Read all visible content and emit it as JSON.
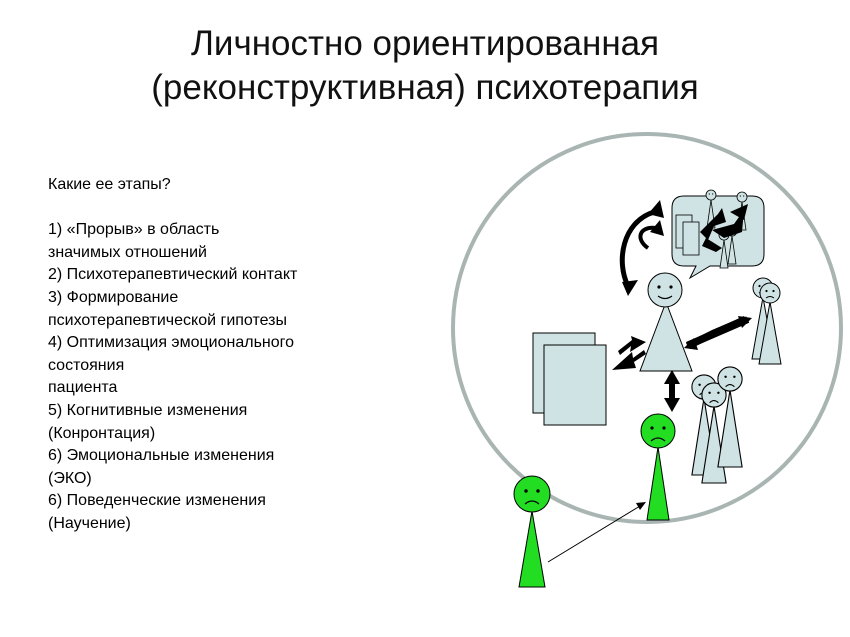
{
  "slide": {
    "title_line1": "Личностно ориентированная",
    "title_line2": "(реконструктивная) психотерапия"
  },
  "steps": {
    "heading": "Какие ее этапы?",
    "lines": [
      "1) «Прорыв» в область",
      "значимых отношений",
      "2) Психотерапевтический контакт",
      "3) Формирование",
      "психотерапевтической гипотезы",
      "4) Оптимизация эмоционального",
      "состояния",
      "пациента",
      "5) Когнитивные изменения",
      "(Конронтация)",
      "6) Эмоциональные изменения",
      "(ЭКО)",
      "6) Поведенческие изменения",
      "(Научение)"
    ]
  },
  "colors": {
    "circle_stroke": "#a9b5b2",
    "figure_fill": "#cfe3e4",
    "patient_fill": "#22dd22",
    "arrow": "#000000"
  }
}
